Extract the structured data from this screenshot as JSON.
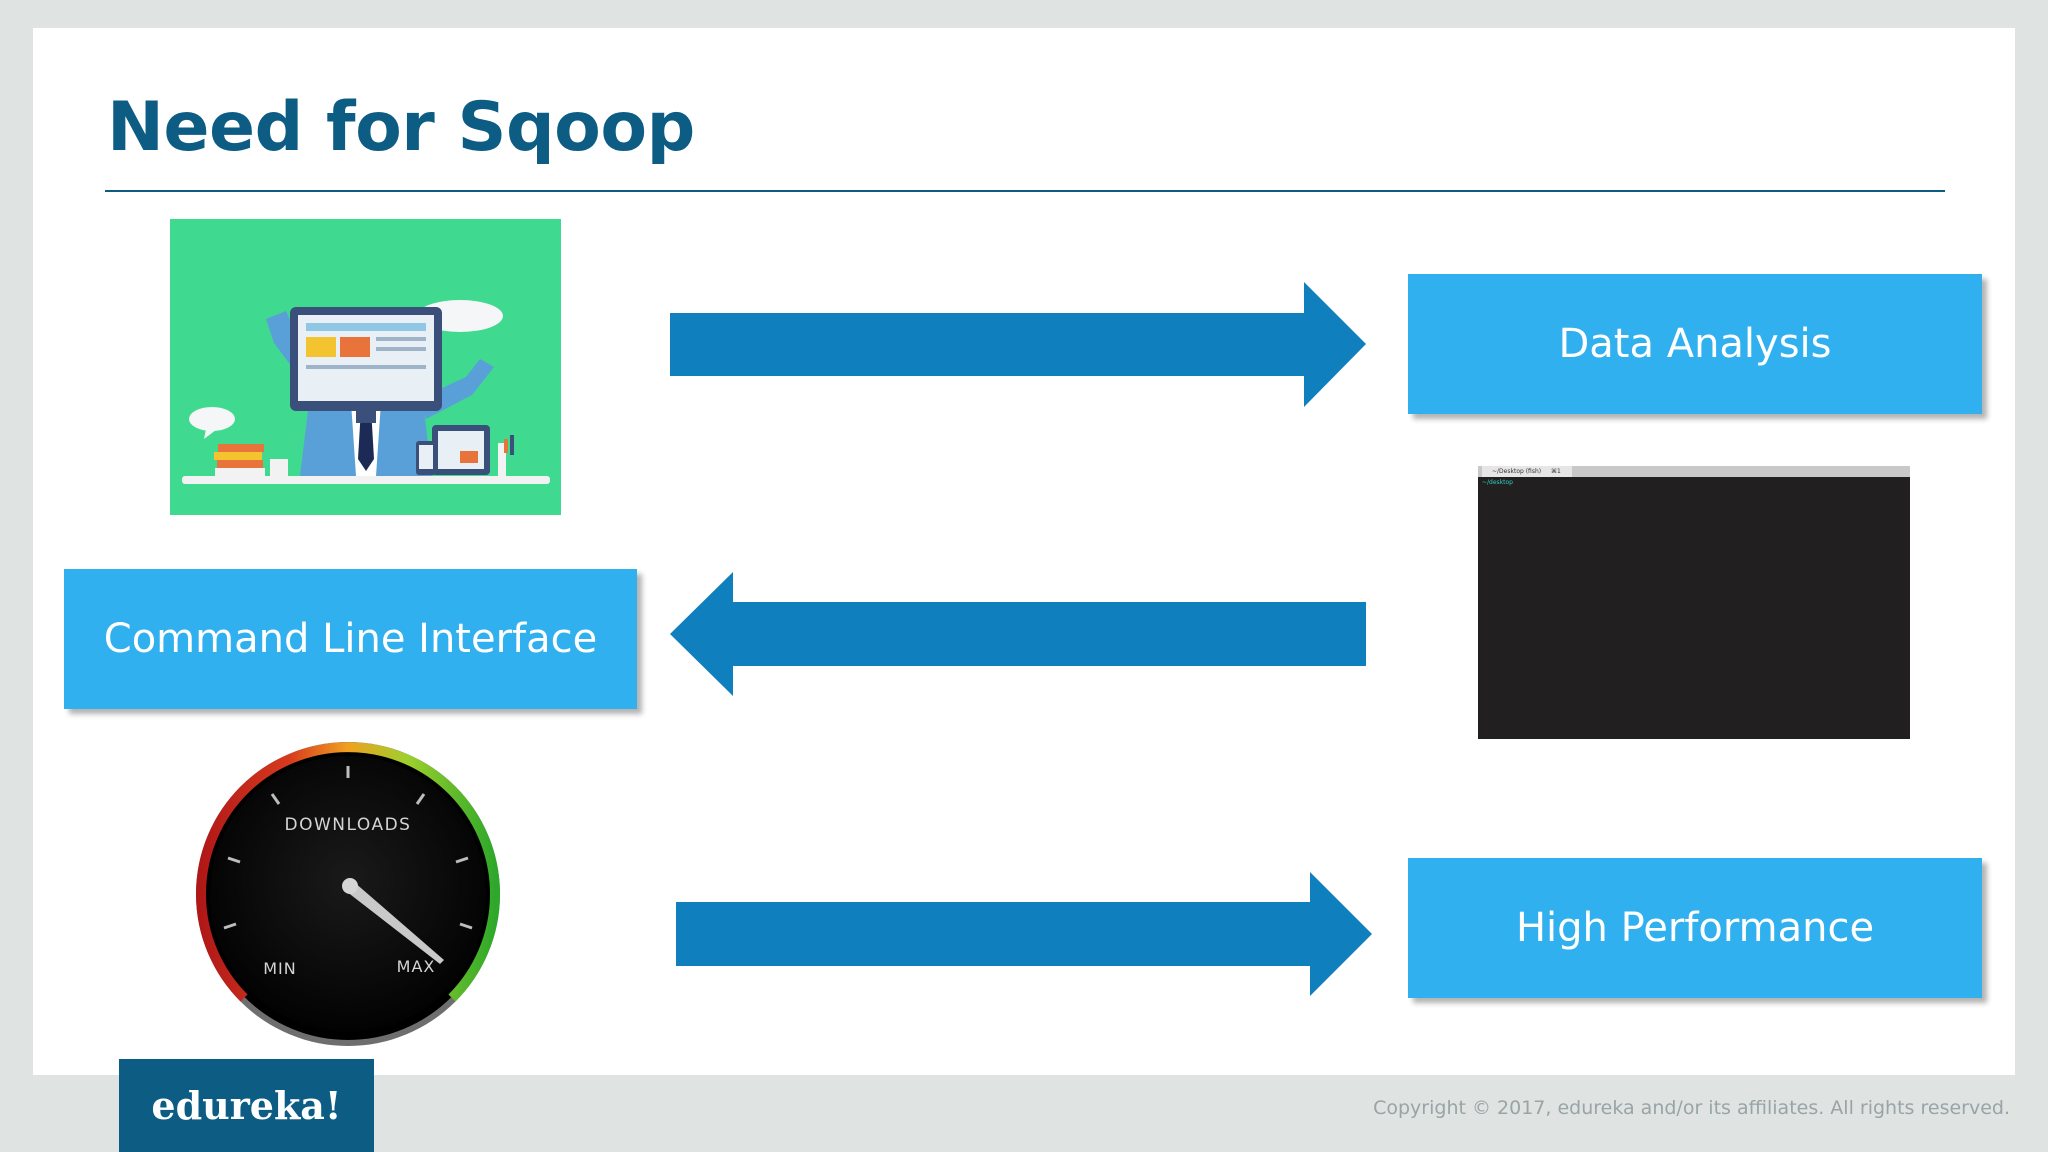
{
  "slide": {
    "title": "Need for Sqoop",
    "boxes": {
      "data_analysis": "Data Analysis",
      "command_line_interface": "Command Line Interface",
      "high_performance": "High Performance"
    }
  },
  "terminal": {
    "tab_label": "~/Desktop (fish)",
    "tab_close": "⌘1",
    "prompt": "~/desktop"
  },
  "gauge": {
    "label": "DOWNLOADS",
    "min_label": "MIN",
    "max_label": "MAX"
  },
  "footer": {
    "logo": "edureka!",
    "copyright": "Copyright © 2017, edureka and/or its affiliates. All rights reserved."
  },
  "colors": {
    "title": "#0d5c84",
    "box": "#30b0ee",
    "arrow": "#0f80bd",
    "logo_bg": "#0d5c84"
  }
}
